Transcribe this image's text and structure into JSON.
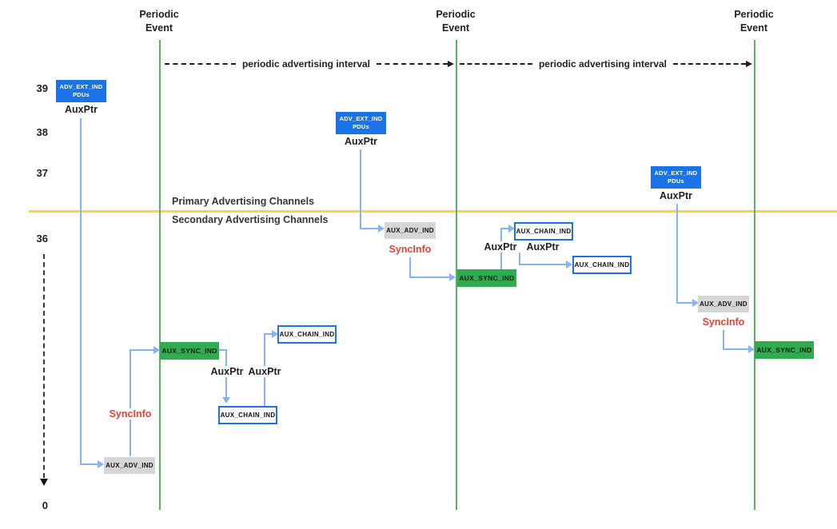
{
  "headers": {
    "periodic": "Periodic",
    "event": "Event",
    "interval_label": "periodic advertising interval"
  },
  "axis": {
    "ticks": [
      "39",
      "38",
      "37",
      "36"
    ],
    "bottom_tick": "0"
  },
  "channels": {
    "primary": "Primary Advertising Channels",
    "secondary": "Secondary Advertising Channels"
  },
  "pdu": {
    "adv_ext_ind": "ADV_EXT_IND",
    "pdus": "PDUs",
    "aux_ptr": "AuxPtr",
    "sync_info": "SyncInfo",
    "aux_adv_ind": "AUX_ADV_IND",
    "aux_sync_ind": "AUX_SYNC_IND",
    "aux_chain_ind": "AUX_CHAIN_IND"
  },
  "colors": {
    "pdu_blue": "#1a73e8",
    "timeline_green": "#56b45f",
    "sync_box_green": "#2fab50",
    "separator_yellow": "#ffd43b",
    "sync_info_red": "#ea4335",
    "adv_box_gray": "#d6d6d6",
    "arrow_blue": "#85b4f6",
    "text_dark": "#202124"
  }
}
